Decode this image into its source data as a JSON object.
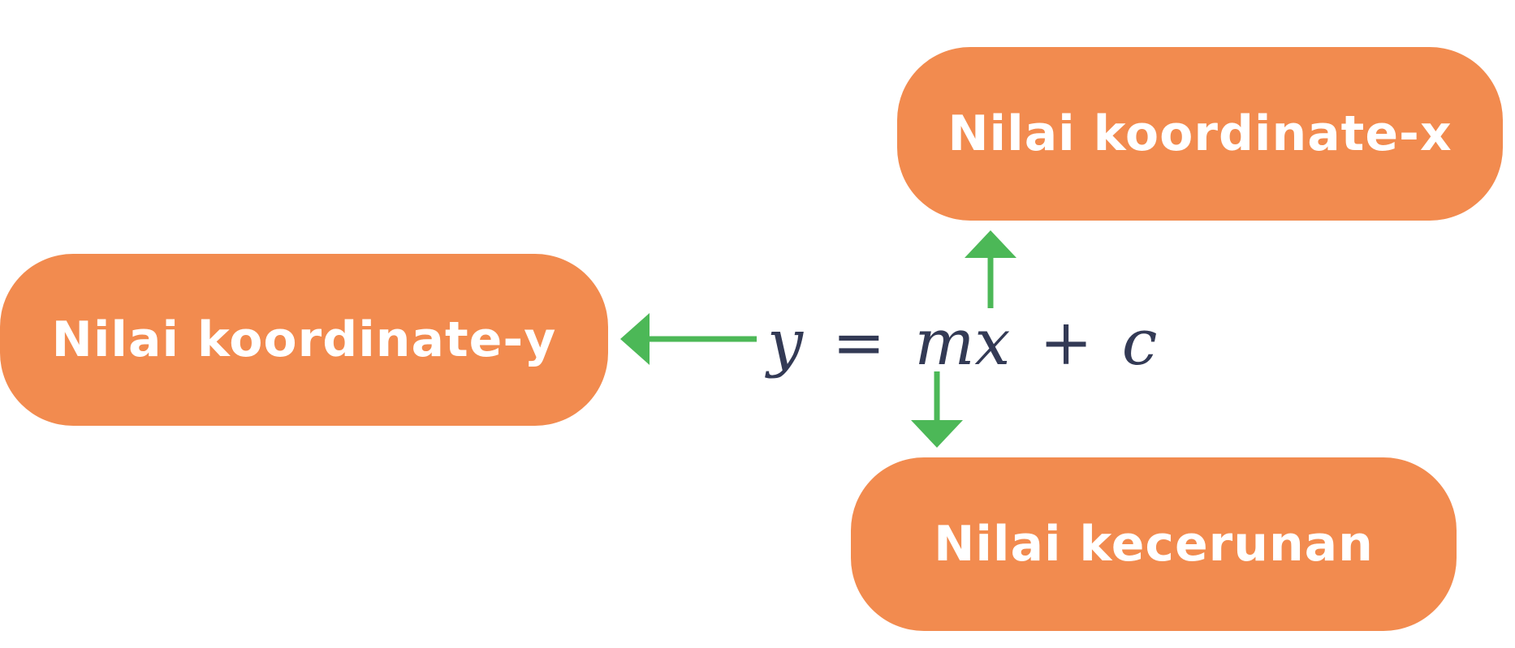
{
  "boxes": {
    "x_coordinate": "Nilai koordinate-x",
    "y_coordinate": "Nilai koordinate-y",
    "gradient": "Nilai kecerunan"
  },
  "equation": {
    "y": "y",
    "equals": "=",
    "m": "m",
    "x": "x",
    "plus": "+",
    "c": "c"
  },
  "colors": {
    "box_fill": "#f28b4f",
    "box_text": "#ffffff",
    "arrow": "#4cb857",
    "equation_text": "#333a55"
  }
}
